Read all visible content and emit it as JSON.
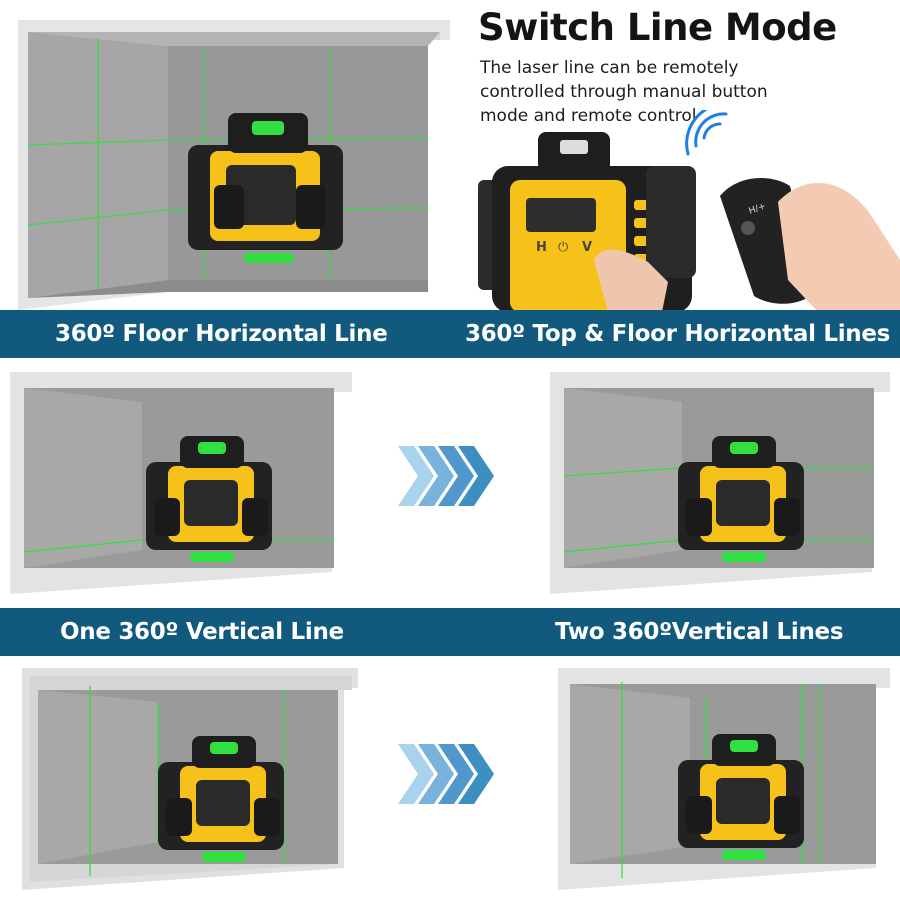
{
  "header": {
    "title": "Switch Line Mode",
    "description": "The laser line can be remotely controlled through manual button mode and remote control"
  },
  "device": {
    "button_labels": [
      "H",
      "⏻",
      "V"
    ],
    "remote_label": "H/+"
  },
  "bands": [
    {
      "left": "360º Floor Horizontal Line",
      "right": "360º Top & Floor Horizontal Lines"
    },
    {
      "left": "One 360º Vertical Line",
      "right": "Two 360ºVertical Lines"
    }
  ],
  "colors": {
    "band": "#115a7e",
    "laser": "#2fe040",
    "device_yellow": "#f6c21a",
    "arrow": "#3d8fc2"
  },
  "icons": [
    "wifi-signal-icon",
    "chevron-arrow-icon"
  ]
}
